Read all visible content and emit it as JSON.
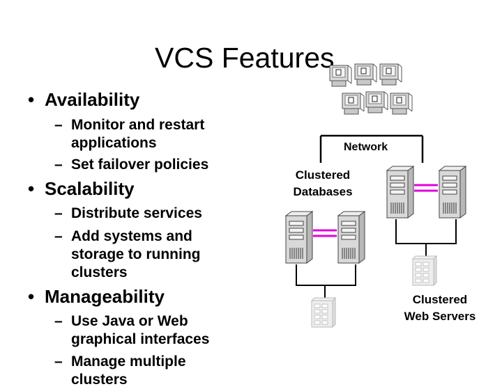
{
  "slide": {
    "title": "VCS Features",
    "bullets": [
      {
        "label": "Availability",
        "subs": [
          "Monitor and restart applications",
          "Set failover policies"
        ]
      },
      {
        "label": "Scalability",
        "subs": [
          "Distribute services",
          "Add systems and storage to running clusters"
        ]
      },
      {
        "label": "Manageability",
        "subs": [
          "Use Java or Web graphical interfaces",
          "Manage multiple clusters"
        ]
      }
    ],
    "bullet_symbol": "•",
    "sub_bullet_symbol": "–"
  },
  "diagram": {
    "network_label": "Network",
    "db_label_line1": "Clustered",
    "db_label_line2": "Databases",
    "web_label_line1": "Clustered",
    "web_label_line2": "Web Servers",
    "colors": {
      "heartbeat": "#e000e0",
      "line": "#000000",
      "server": "#d9d9d9"
    }
  }
}
